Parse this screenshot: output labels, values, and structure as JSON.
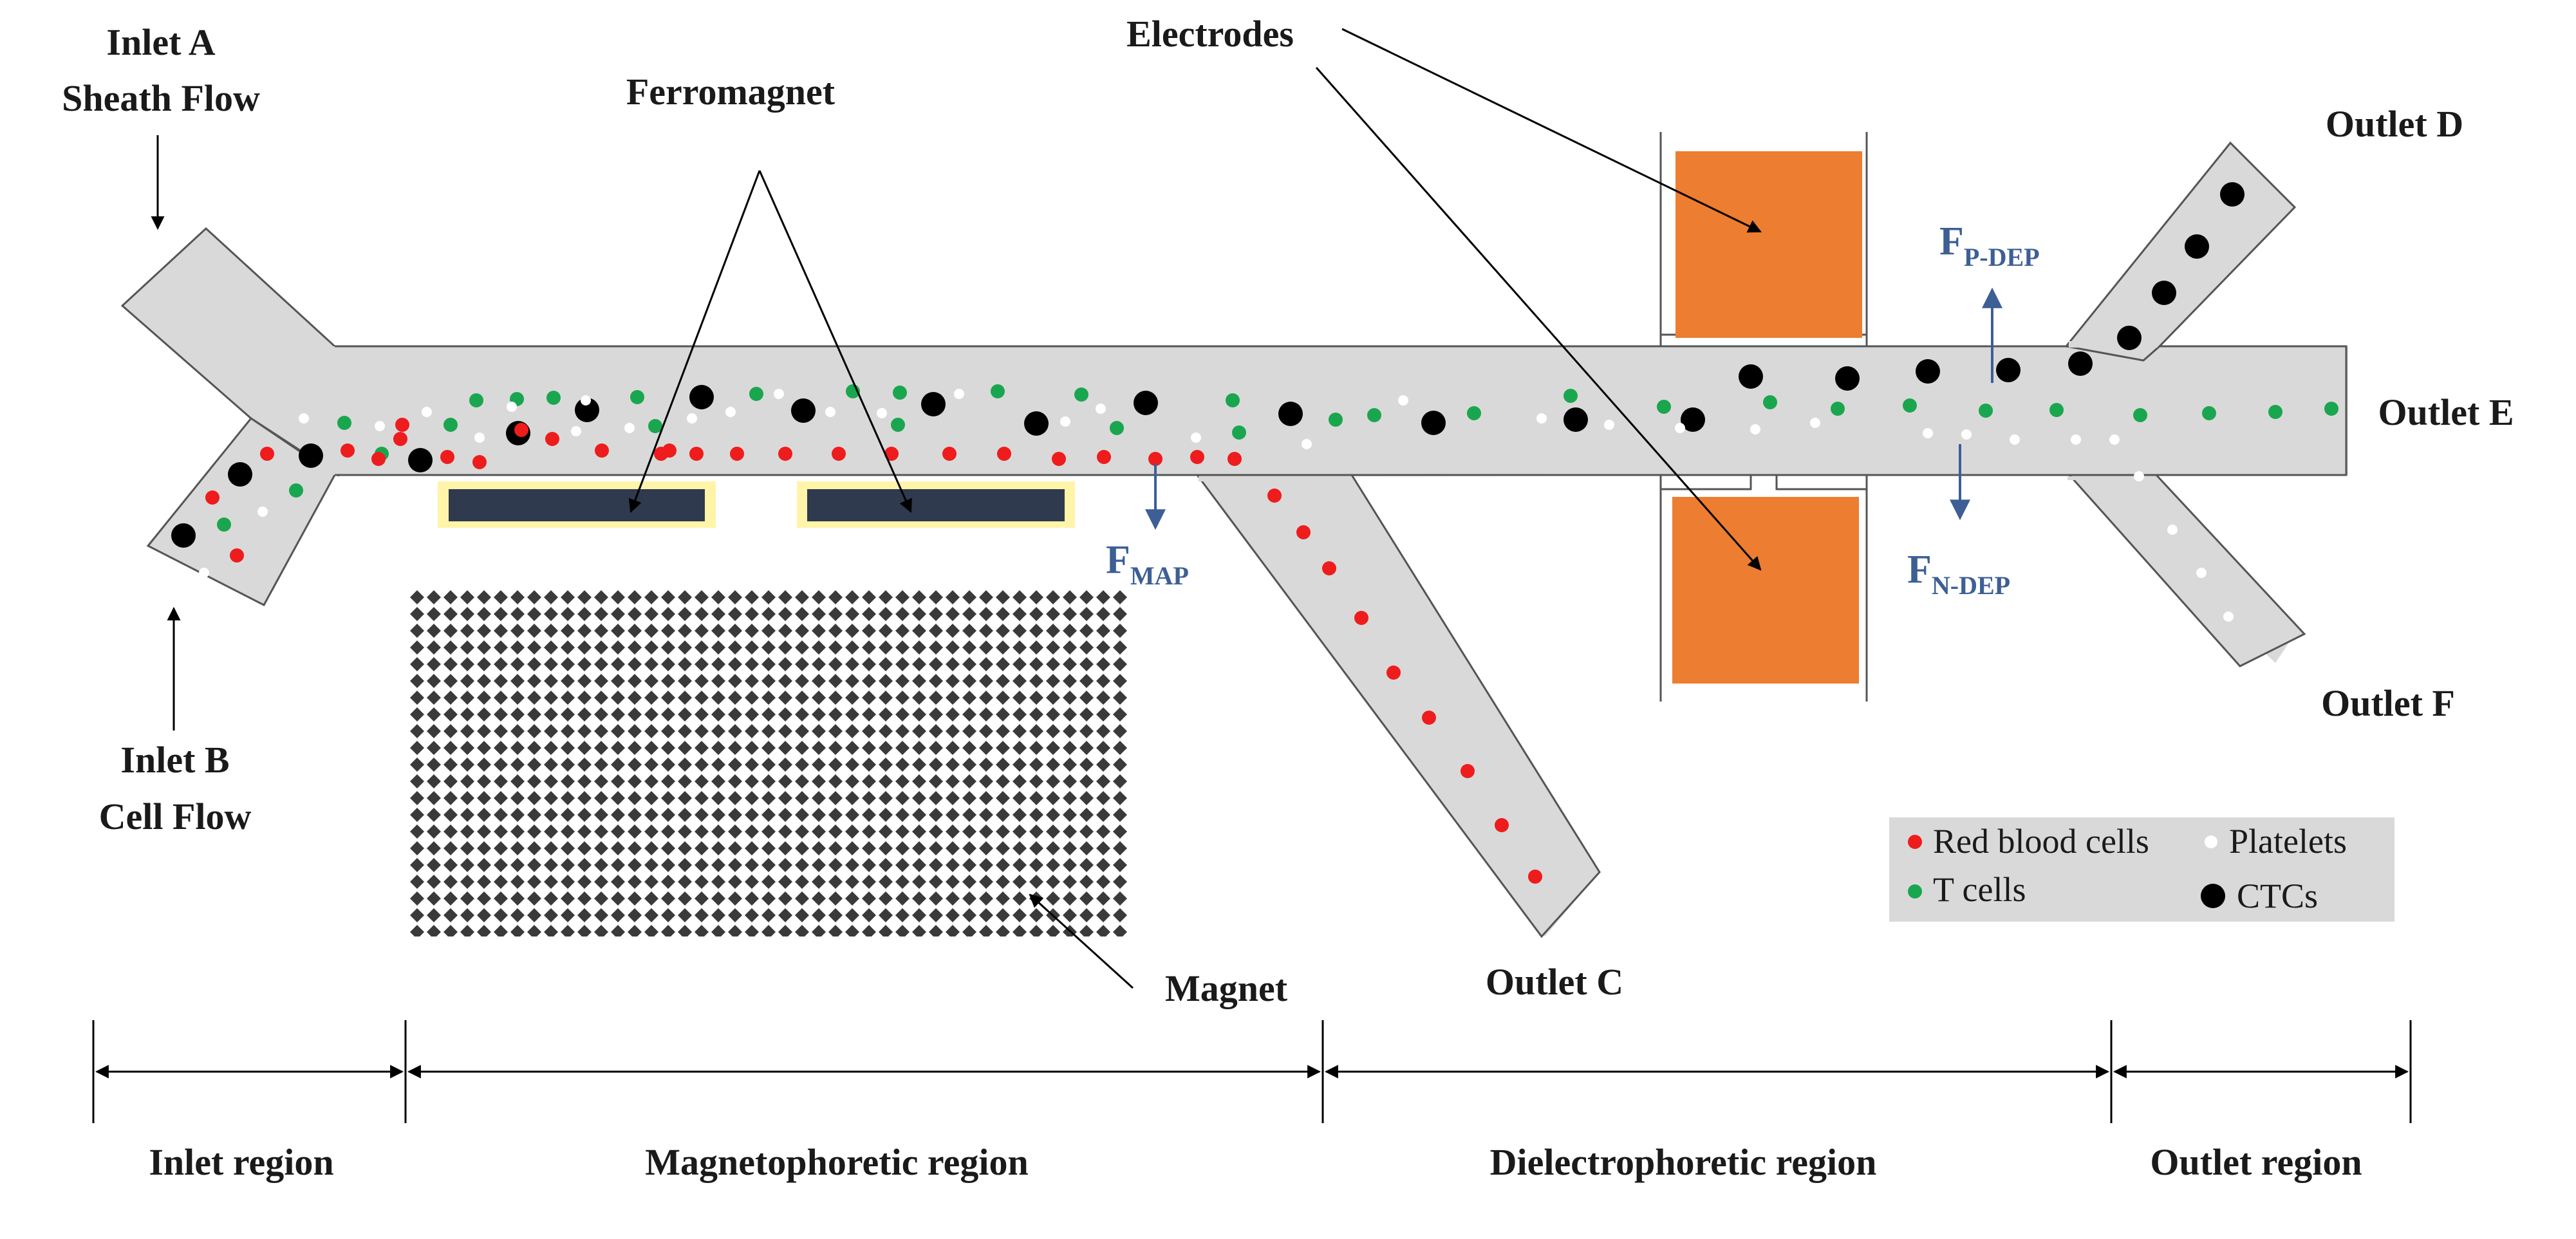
{
  "labels": {
    "inlet_a_line1": "Inlet A",
    "inlet_a_line2": "Sheath Flow",
    "inlet_b_line1": "Inlet B",
    "inlet_b_line2": "Cell Flow",
    "ferromagnet": "Ferromagnet",
    "electrodes": "Electrodes",
    "magnet": "Magnet",
    "outlet_c": "Outlet C",
    "outlet_d": "Outlet D",
    "outlet_e": "Outlet E",
    "outlet_f": "Outlet F"
  },
  "forces": {
    "map_main": "F",
    "map_sub": "MAP",
    "pdep_main": "F",
    "pdep_sub": "P-DEP",
    "ndep_main": "F",
    "ndep_sub": "N-DEP"
  },
  "legend": {
    "rbc": "Red blood cells",
    "platelets": "Platelets",
    "tcells": "T cells",
    "ctcs": "CTCs"
  },
  "regions": {
    "inlet": "Inlet region",
    "magnetophoretic": "Magnetophoretic region",
    "dielectrophoretic": "Dielectrophoretic region",
    "outlet": "Outlet region"
  },
  "colors": {
    "channel": "#d9d9d9",
    "rbc": "#ee1c1c",
    "tcell": "#1aa64e",
    "ctc": "#000000",
    "platelet": "#ffffff",
    "electrode": "#ed7d31",
    "ferromagnet": "#2f3a4e",
    "ferromagnet_glow": "#fff7b0",
    "force_arrow": "#3d5f95"
  }
}
